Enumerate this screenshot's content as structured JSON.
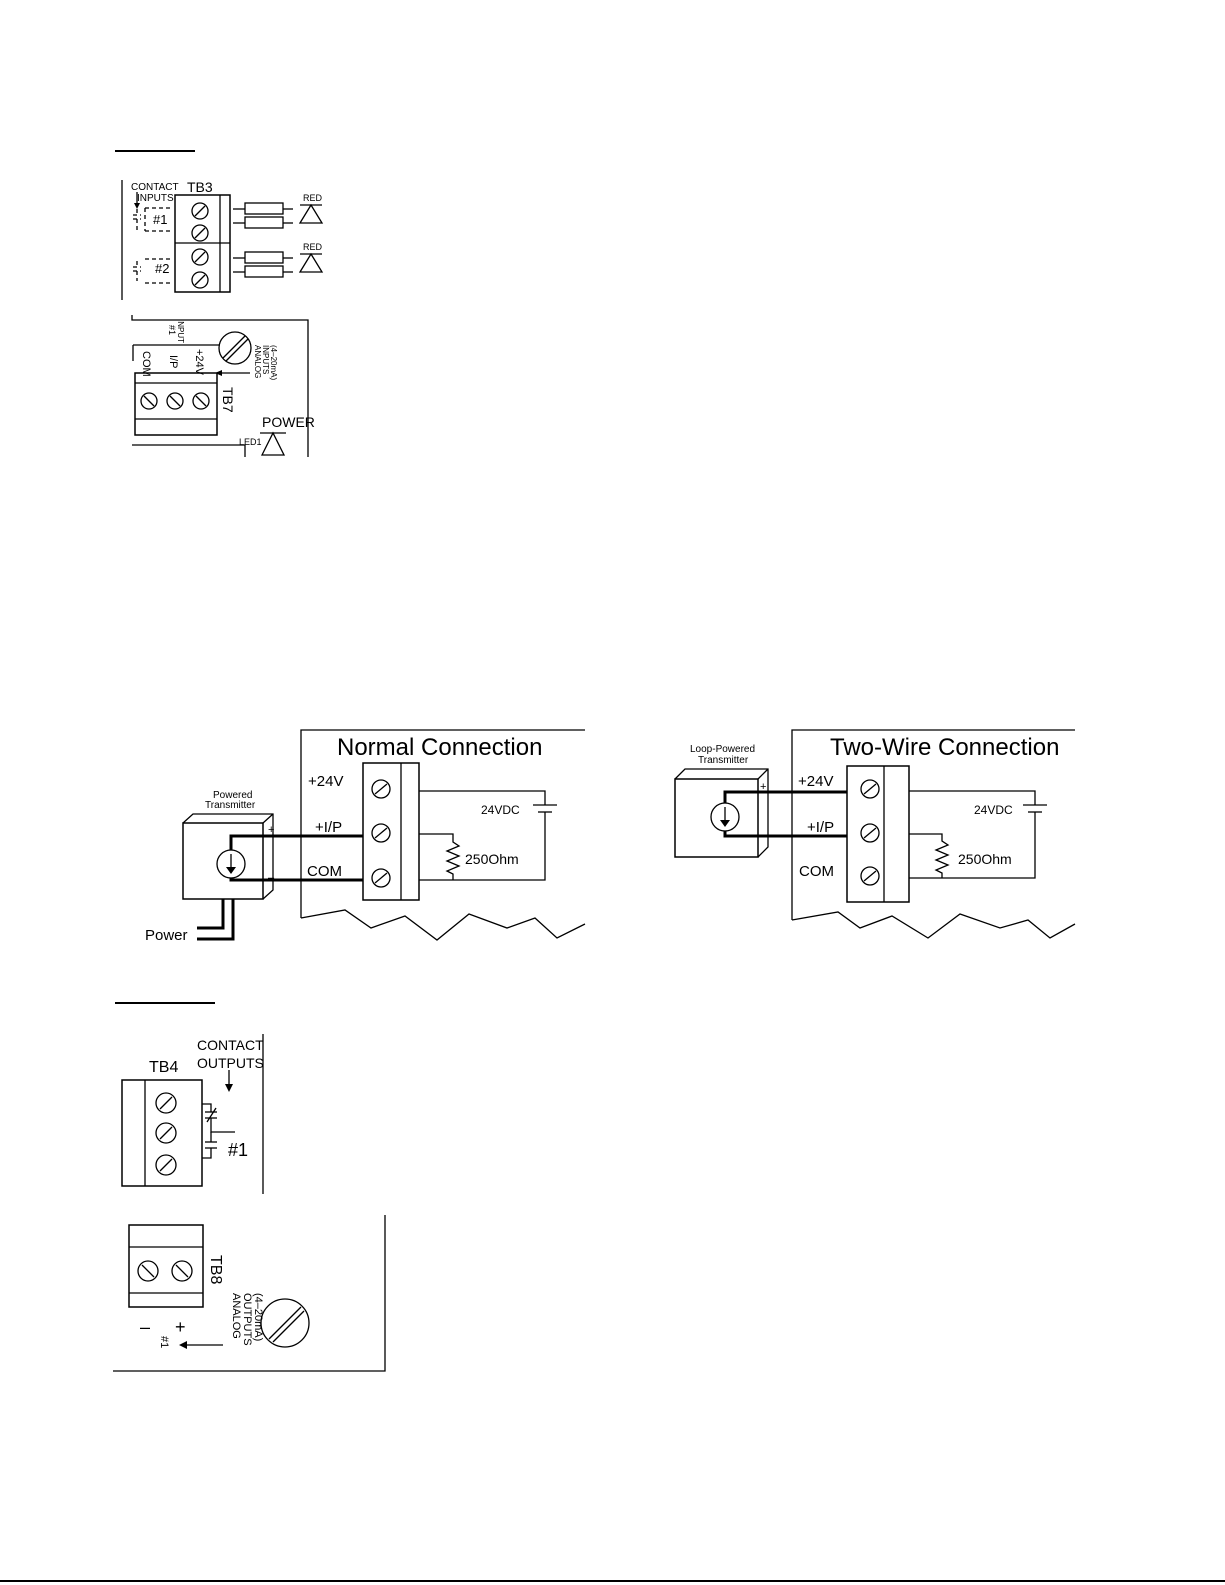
{
  "tb3": {
    "block_label": "TB3",
    "contact_label_line1": "CONTACT",
    "contact_label_line2": "INPUTS",
    "input_1": "#1",
    "input_2": "#2",
    "led_1": "RED",
    "led_2": "RED"
  },
  "tb7": {
    "block_label": "TB7",
    "terminal_com": "COM",
    "terminal_ip": "I/P",
    "terminal_24v": "+24V",
    "input_label_line1": "INPUT",
    "input_label_line2": "#1",
    "analog_line1": "ANALOG",
    "analog_line2": "INPUTS",
    "analog_line3": "(4–20mA)",
    "power_label": "POWER",
    "led_label": "LED1"
  },
  "normal_connection": {
    "title": "Normal Connection",
    "transmitter_line1": "Powered",
    "transmitter_line2": "Transmitter",
    "terminal_24v": "+24V",
    "terminal_ip": "+I/P",
    "terminal_com": "COM",
    "supply": "24VDC",
    "resistor": "250Ohm",
    "power": "Power",
    "plus": "+",
    "minus": "–"
  },
  "two_wire_connection": {
    "title": "Two-Wire Connection",
    "transmitter_line1": "Loop-Powered",
    "transmitter_line2": "Transmitter",
    "terminal_24v": "+24V",
    "terminal_ip": "+I/P",
    "terminal_com": "COM",
    "supply": "24VDC",
    "resistor": "250Ohm",
    "plus": "+",
    "minus": "–"
  },
  "tb4": {
    "block_label": "TB4",
    "contact_label_line1": "CONTACT",
    "contact_label_line2": "OUTPUTS",
    "output_1": "#1"
  },
  "tb8": {
    "block_label": "TB8",
    "analog_line1": "ANALOG",
    "analog_line2": "OUTPUTS",
    "analog_line3": "(4–20mA)",
    "minus": "–",
    "plus": "+",
    "output_1": "#1"
  }
}
